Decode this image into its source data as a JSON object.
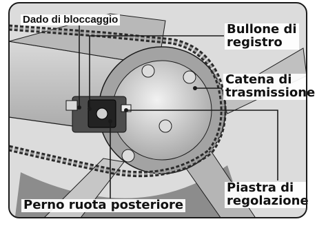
{
  "labels": {
    "lock_nut": "Dado di bloccaggio",
    "adjuster_bolt_line1": "Bullone di",
    "adjuster_bolt_line2": "registro",
    "drive_chain_line1": "Catena di",
    "drive_chain_line2": "trasmissione",
    "adjuster_plate_line1": "Piastra di",
    "adjuster_plate_line2": "regolazione",
    "rear_axle_nut": "Perno ruota posteriore"
  },
  "colors": {
    "line_art": "#1a1a1a",
    "metal_light": "#e6e6e6",
    "metal_mid": "#bdbdbd",
    "metal_dark": "#7d7d7d",
    "label_text": "#111111"
  }
}
